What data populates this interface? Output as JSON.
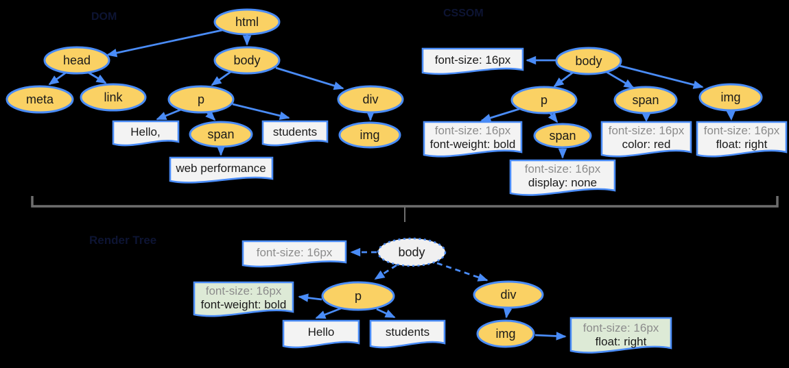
{
  "diagram": {
    "description": "DOM and CSSOM trees combined into the Render Tree",
    "colors": {
      "background": "#000000",
      "node_fill_yellow": "#FAD164",
      "stroke_blue": "#4A8CF7",
      "box_fill_light": "#F3F3F3",
      "box_fill_green": "#DDEAD6",
      "render_body_fill": "#F0F0F0",
      "text_black": "#1A1A1A",
      "text_gray": "#8C8C8C",
      "brace_gray": "#6E6E6E",
      "title_dark": "#0D1433"
    }
  },
  "dom": {
    "title": "DOM",
    "nodes": {
      "html": "html",
      "head": "head",
      "body": "body",
      "meta": "meta",
      "link": "link",
      "p": "p",
      "div": "div",
      "span": "span",
      "img": "img"
    },
    "text_boxes": {
      "hello": "Hello,",
      "students": "students",
      "web_performance": "web performance"
    }
  },
  "cssom": {
    "title": "CSSOM",
    "nodes": {
      "body": "body",
      "p": "p",
      "span_body": "span",
      "span_p": "span",
      "img": "img"
    },
    "style_boxes": {
      "body": {
        "line1": "font-size: 16px"
      },
      "p": {
        "line1": "font-size: 16px",
        "line2": "font-weight: bold"
      },
      "span_p": {
        "line1": "font-size: 16px",
        "line2": "display: none"
      },
      "span_body": {
        "line1": "font-size: 16px",
        "line2": "color: red"
      },
      "img": {
        "line1": "font-size: 16px",
        "line2": "float: right"
      }
    }
  },
  "render_tree": {
    "title": "Render Tree",
    "nodes": {
      "body": "body",
      "p": "p",
      "div": "div",
      "img": "img"
    },
    "style_boxes": {
      "body": {
        "line1": "font-size: 16px"
      },
      "p": {
        "line1": "font-size: 16px",
        "line2": "font-weight: bold"
      },
      "img": {
        "line1": "font-size: 16px",
        "line2": "float: right"
      }
    },
    "text_boxes": {
      "hello": "Hello",
      "students": "students"
    }
  }
}
